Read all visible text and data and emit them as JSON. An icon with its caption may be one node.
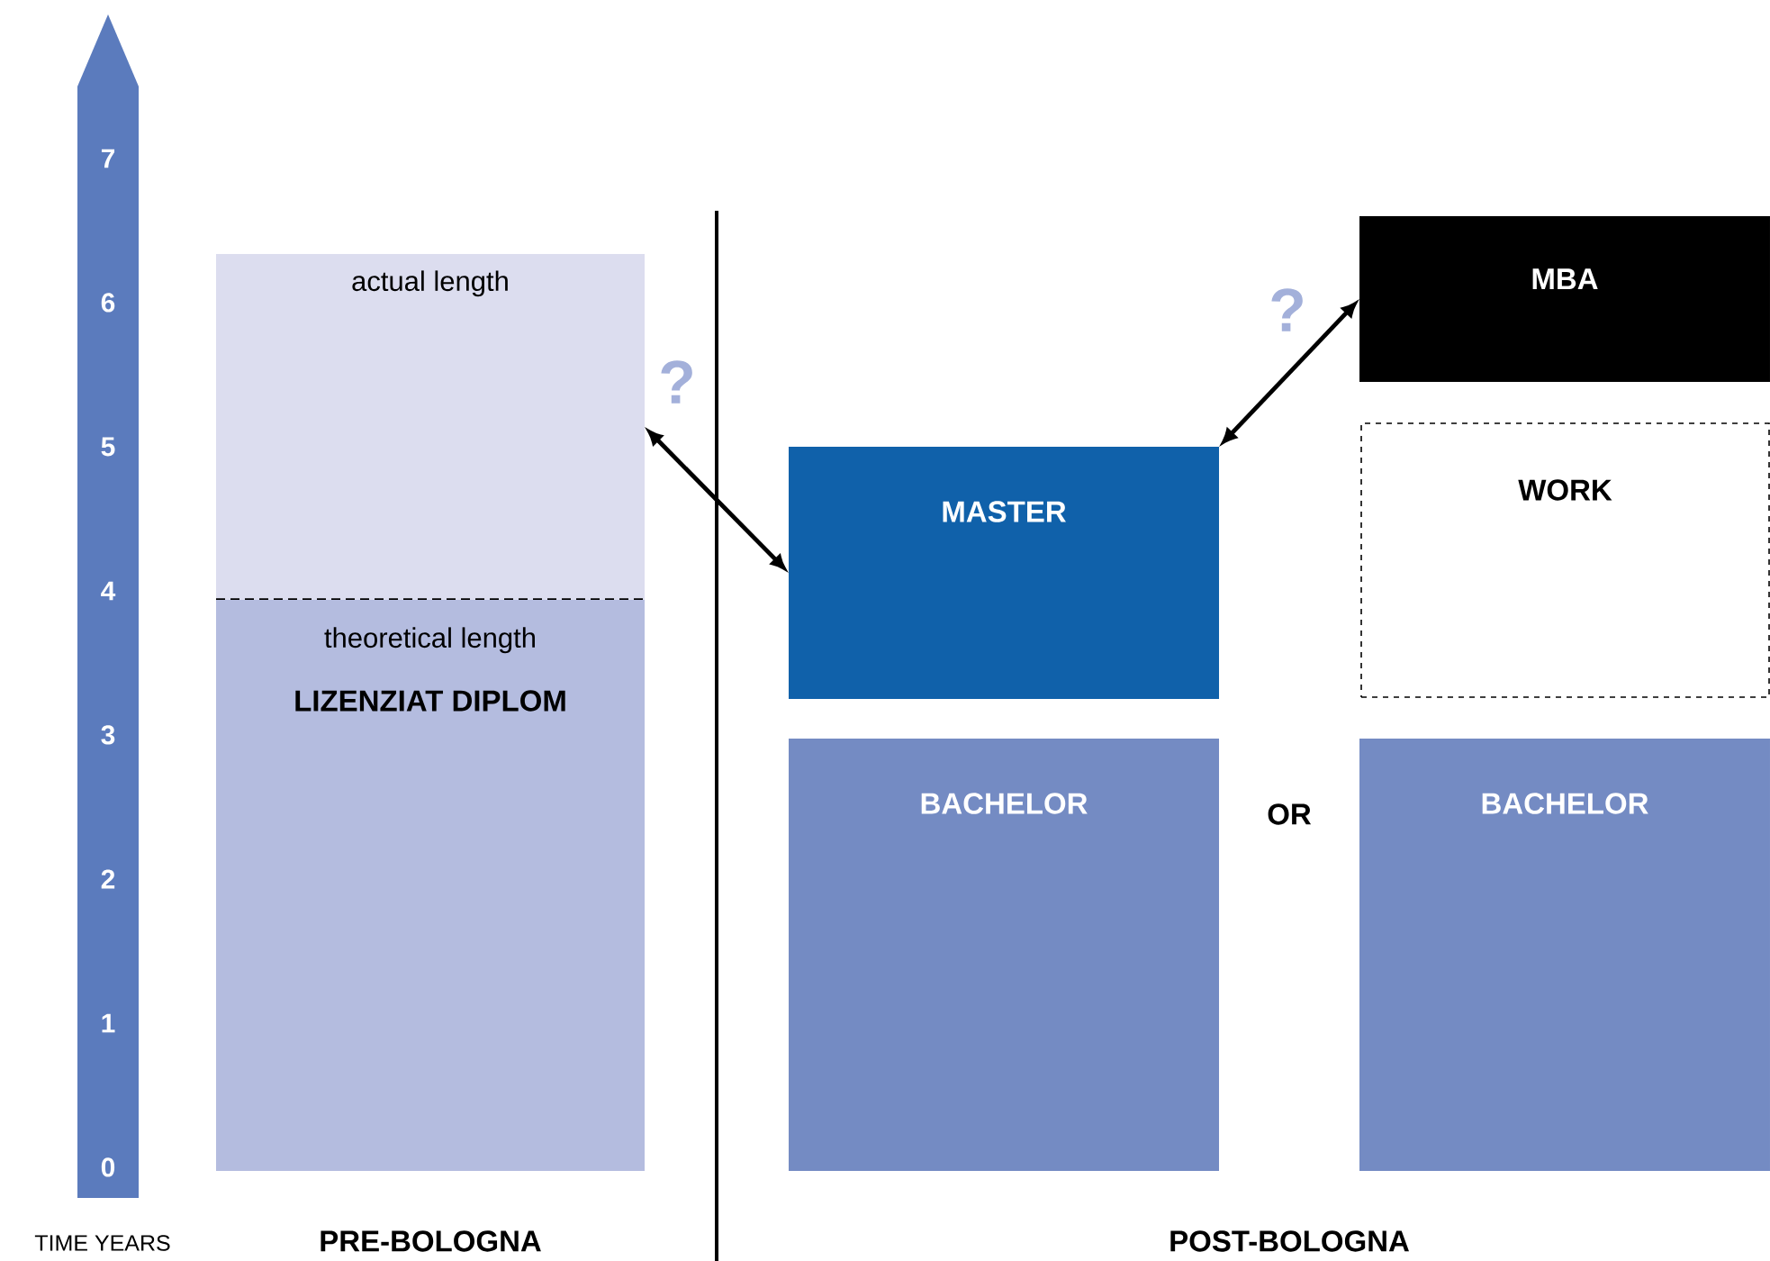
{
  "diagram": {
    "nodes": [
      {
        "text": [
          "actual length"
        ]
      },
      {
        "text": [
          "theoretical length",
          "LIZENZIAT DIPLOM"
        ]
      },
      {
        "text": [
          "MASTER"
        ]
      },
      {
        "text": [
          "MBA"
        ]
      },
      {
        "text": [
          "WORK"
        ]
      },
      {
        "text": [
          "BACHELOR"
        ]
      },
      {
        "text": [
          "BACHELOR"
        ]
      }
    ],
    "edges": [
      {
        "from": 0,
        "to": 2,
        "arrow": "both"
      },
      {
        "from": 2,
        "to": 3,
        "arrow": "both"
      }
    ],
    "labels": [
      "7",
      "6",
      "5",
      "4",
      "3",
      "2",
      "1",
      "0",
      "?",
      "?",
      "OR",
      "TIME YEARS",
      "PRE-BOLOGNA",
      "POST-BOLOGNA"
    ]
  }
}
